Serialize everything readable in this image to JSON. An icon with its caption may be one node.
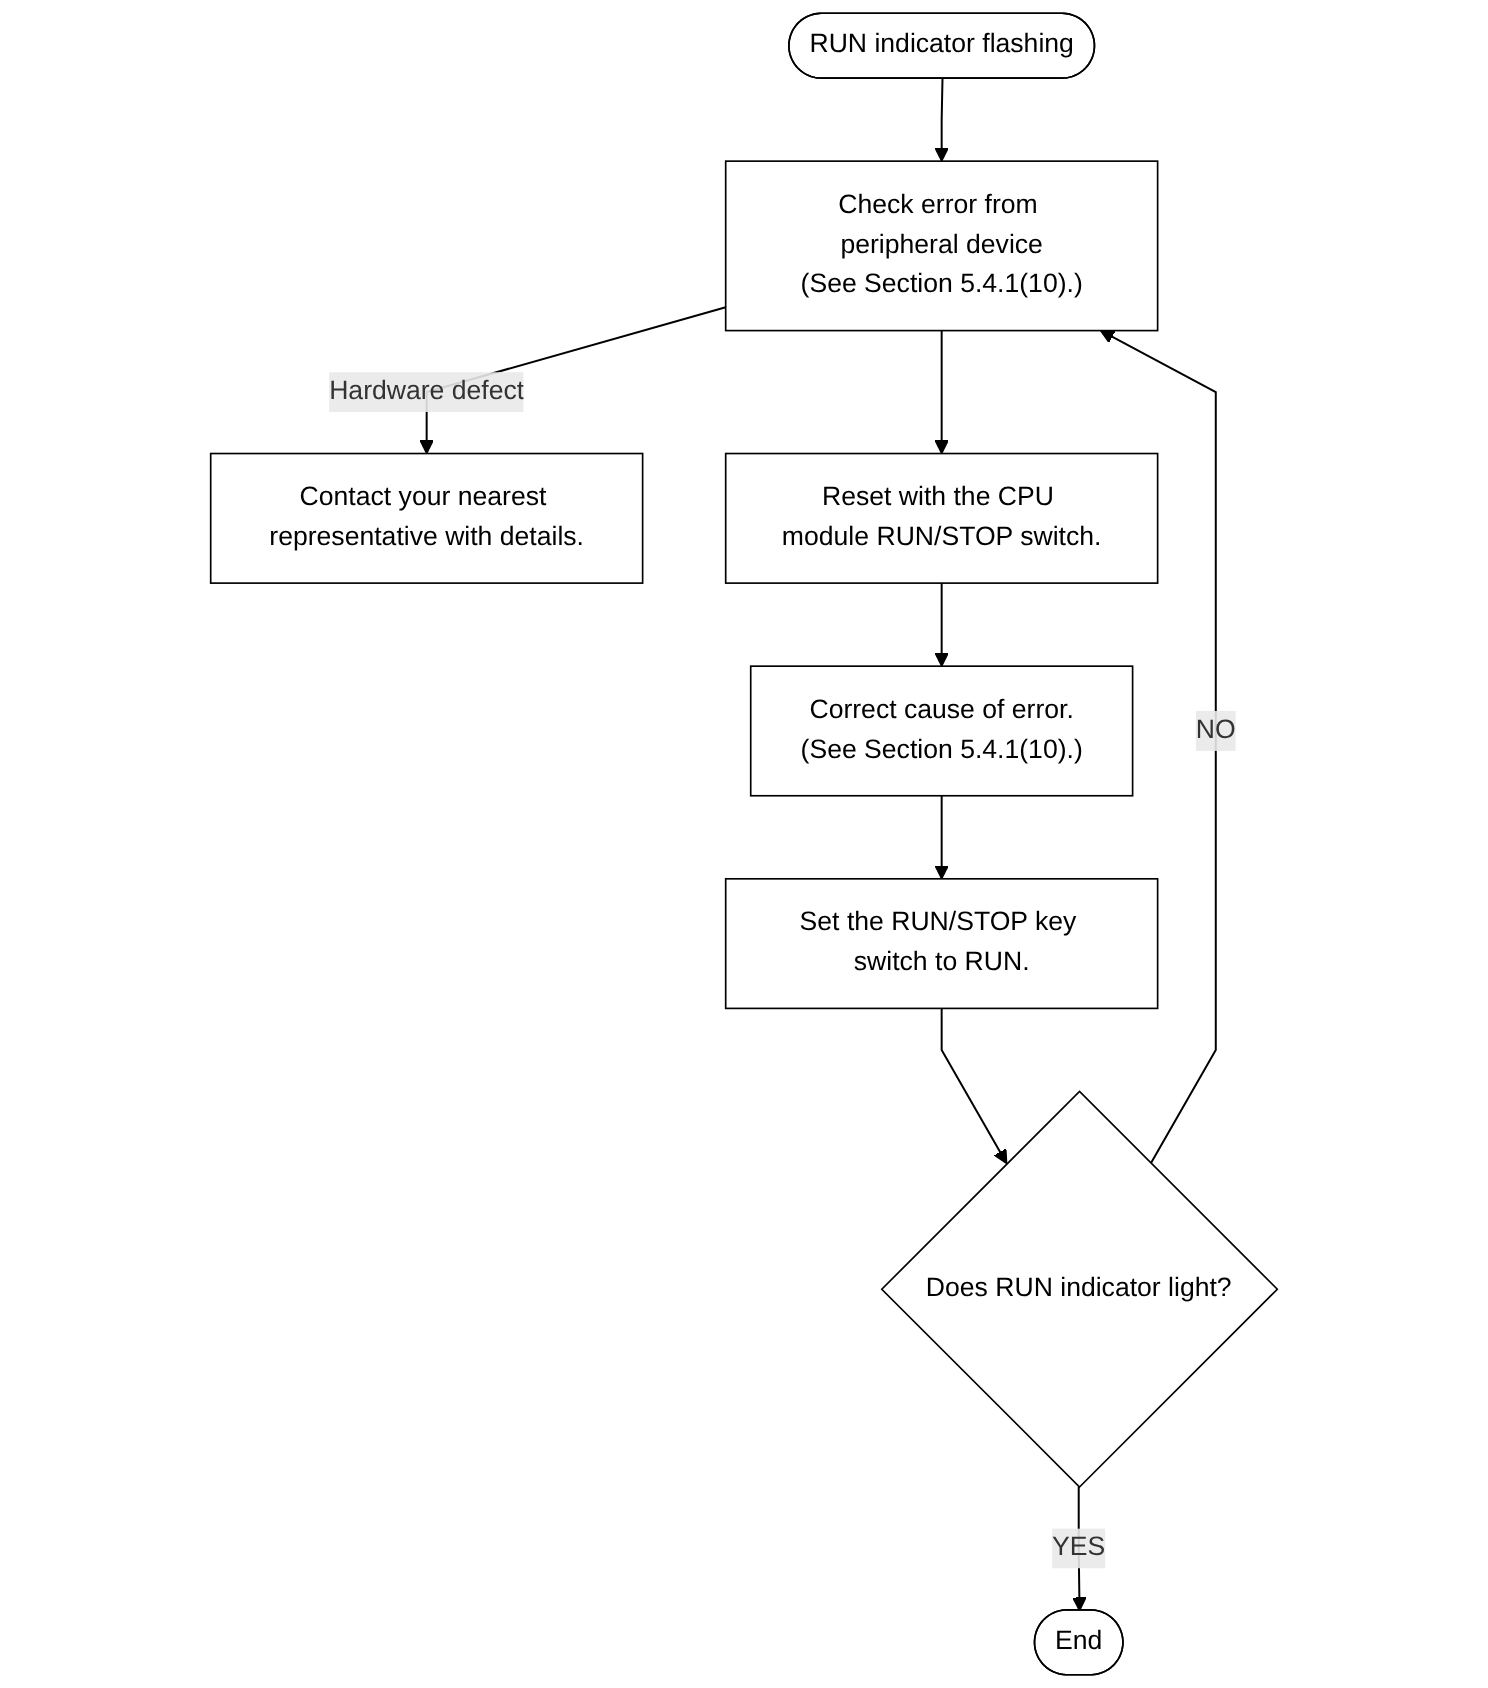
{
  "diagram": {
    "nodes": [
      {
        "text": [
          "RUN indicator flashing"
        ]
      },
      {
        "text": [
          "Check error from peripheral device",
          "(See Section 5.4.1(10).)"
        ]
      },
      {
        "text": [
          "Contact your nearest representative with details."
        ]
      },
      {
        "text": [
          "Reset with the CPU module RUN/STOP switch."
        ]
      },
      {
        "text": [
          "Correct cause of error.",
          "(See Section 5.4.1(10).)"
        ]
      },
      {
        "text": [
          "Set the RUN/STOP key switch to RUN."
        ]
      },
      {
        "text": [
          "Does RUN indicator light?"
        ]
      },
      {
        "text": [
          "End"
        ]
      }
    ],
    "edges": [
      {
        "from": 0,
        "to": 1,
        "arrow": "to"
      },
      {
        "from": 1,
        "to": 2,
        "arrow": "to",
        "label": "Hardware defect"
      },
      {
        "from": 1,
        "to": 3,
        "arrow": "to"
      },
      {
        "from": 3,
        "to": 4,
        "arrow": "to"
      },
      {
        "from": 4,
        "to": 5,
        "arrow": "to"
      },
      {
        "from": 5,
        "to": 6,
        "arrow": "to"
      },
      {
        "from": 6,
        "to": 1,
        "arrow": "to",
        "label": "NO"
      },
      {
        "from": 6,
        "to": 7,
        "arrow": "to",
        "label": "YES"
      }
    ]
  }
}
